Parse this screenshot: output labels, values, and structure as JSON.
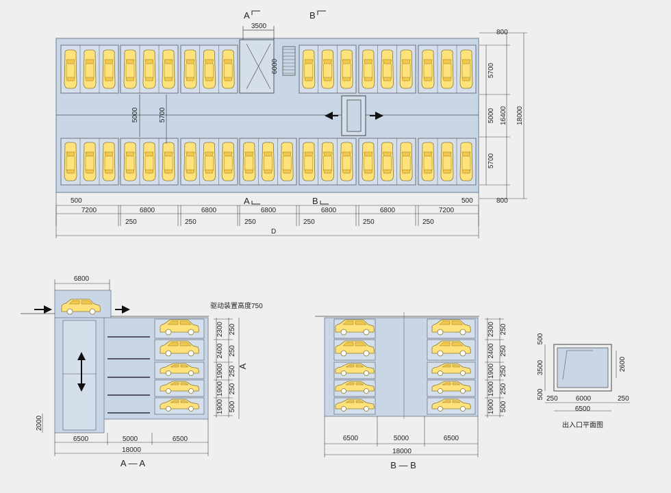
{
  "colors": {
    "background": "#efefef",
    "structure": "#c8d6e6",
    "structure_edge": "#7d8fa3",
    "bay": "#d4dfeb",
    "car": "#ffe27a",
    "car_edge": "#8a7a30",
    "line": "#444444"
  },
  "icons": [
    "car-icon",
    "direction-arrow-icon",
    "vertical-lift-arrow-icon",
    "stair-icon",
    "lift-shaft-cross-icon"
  ],
  "plan": {
    "section_a_label": "A",
    "section_b_label": "B",
    "top_dim": "3500",
    "shaft_dim": "6000",
    "right_dims": [
      "800",
      "5700",
      "5000",
      "5700",
      "800"
    ],
    "right_total_inner": "16400",
    "right_total_outer": "18000",
    "aisle_dims": [
      "5000",
      "5700"
    ],
    "bottom_edge_dims": [
      "500",
      "500"
    ],
    "bay_dims": [
      "7200",
      "6800",
      "6800",
      "6800",
      "6800",
      "6800",
      "7200"
    ],
    "gap_dims": [
      "250",
      "250",
      "250",
      "250",
      "250",
      "250"
    ],
    "total_dim": "D"
  },
  "section_aa": {
    "top_dim": "6800",
    "drive_note": "驱动装置高度750",
    "level_dims": [
      "2300",
      "2400",
      "1900",
      "1900",
      "1900"
    ],
    "gap_dims": [
      "250",
      "250",
      "250",
      "250",
      "500"
    ],
    "side_label": "A",
    "left_dim": "2000",
    "bottom_dims": [
      "6500",
      "5000",
      "6500"
    ],
    "total_dim": "18000",
    "title": "A — A"
  },
  "section_bb": {
    "level_dims": [
      "2300",
      "2400",
      "1900",
      "1900",
      "1900"
    ],
    "gap_dims": [
      "250",
      "250",
      "250",
      "250",
      "500"
    ],
    "bottom_dims": [
      "6500",
      "5000",
      "6500"
    ],
    "total_dim": "18000",
    "title": "B — B"
  },
  "entrance": {
    "left_dims": [
      "500",
      "3500",
      "500"
    ],
    "right_dim": "2600",
    "bottom_dims": [
      "250",
      "6000",
      "250"
    ],
    "total_dim": "6500",
    "title": "出入口平面图"
  }
}
